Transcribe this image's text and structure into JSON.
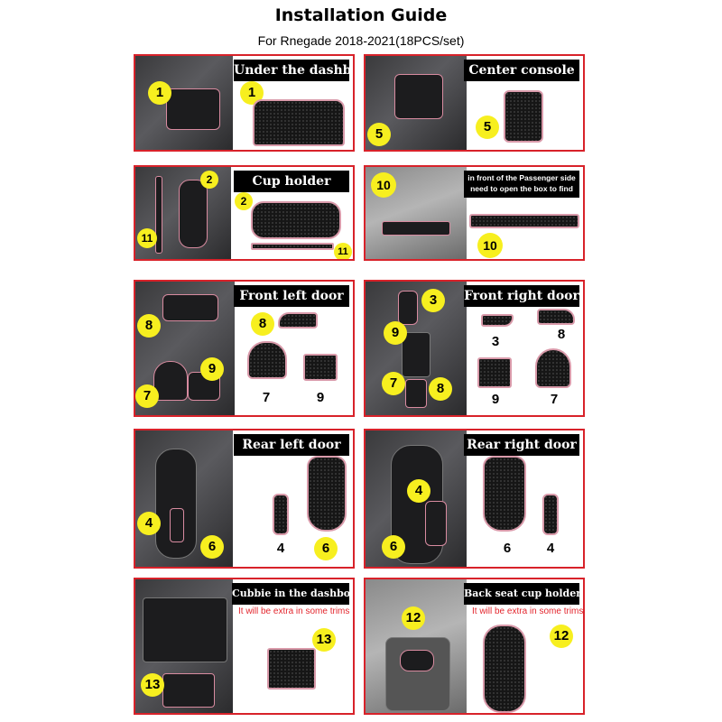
{
  "title": "Installation Guide",
  "subtitle": "For Rnegade 2018-2021(18PCS/set)",
  "panels": {
    "dashboard": {
      "header": "Under the dashboard",
      "photo_num": "1",
      "mat_num": "1"
    },
    "console": {
      "header": "Center console",
      "photo_num": "5",
      "mat_num": "5"
    },
    "cupholder": {
      "header": "Cup holder",
      "photo_num_a": "2",
      "photo_num_b": "11",
      "mat_num_a": "2",
      "mat_num_b": "11"
    },
    "passenger": {
      "header_line1": "in front of the Passenger side",
      "header_line2": "need to open the box to find",
      "photo_num": "10",
      "mat_num": "10"
    },
    "front_left": {
      "header": "Front left door",
      "photo_num_a": "8",
      "photo_num_b": "9",
      "photo_num_c": "7",
      "mat_a": "8",
      "mat_b": "7",
      "mat_c": "9"
    },
    "front_right": {
      "header": "Front right door",
      "photo_num_a": "3",
      "photo_num_b": "9",
      "photo_num_c": "7",
      "photo_num_d": "8",
      "mat_a": "3",
      "mat_b": "8",
      "mat_c": "9",
      "mat_d": "7"
    },
    "rear_left": {
      "header": "Rear left door",
      "photo_num_a": "4",
      "photo_num_b": "6",
      "mat_a": "4",
      "mat_b": "6"
    },
    "rear_right": {
      "header": "Rear right door",
      "photo_num_a": "4",
      "photo_num_b": "6",
      "mat_a": "6",
      "mat_b": "4"
    },
    "cubbie": {
      "header": "Cubbie in the dashboard",
      "note": "It will be extra in some trims",
      "photo_num": "13",
      "mat_num": "13"
    },
    "backseat": {
      "header": "Back seat cup holder",
      "note": "It will be extra in some trims",
      "photo_num": "12",
      "mat_num": "12"
    }
  },
  "colors": {
    "frame": "#d8222a",
    "badge": "#f7ef1f",
    "mat_edge": "#d99aaa",
    "note": "#e3262d"
  }
}
